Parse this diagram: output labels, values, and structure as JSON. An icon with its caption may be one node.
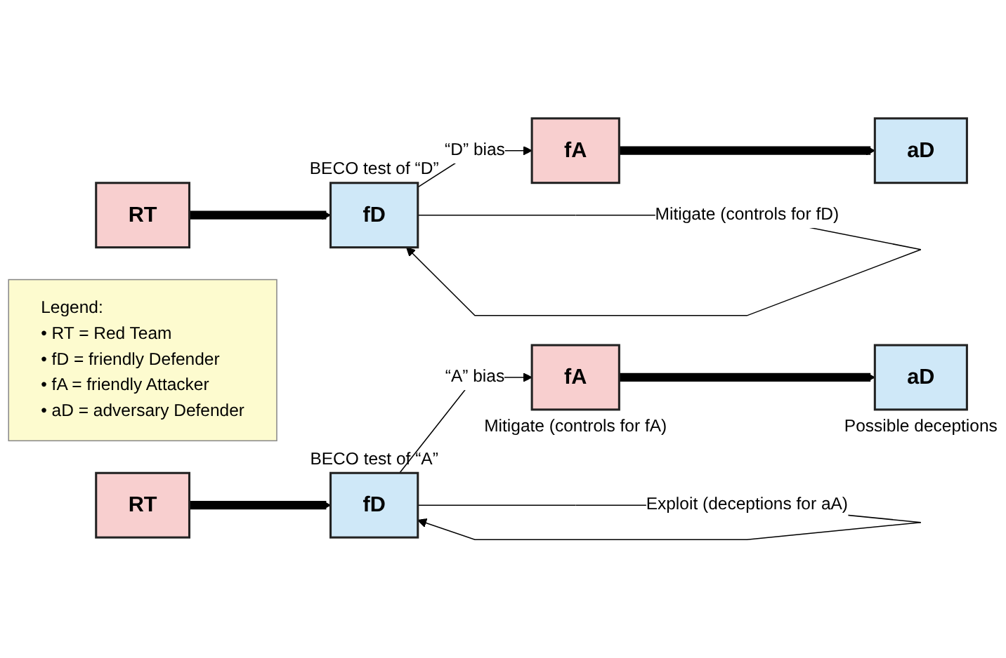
{
  "diagram": {
    "nodes": [
      {
        "text": [
          "RT"
        ]
      },
      {
        "text": [
          "fD"
        ],
        "beside": [
          "BECO test of “D”"
        ]
      },
      {
        "text": [
          "fA"
        ]
      },
      {
        "text": [
          "aD"
        ]
      },
      {
        "text": [
          "Legend:",
          "• RT = Red Team",
          "• fD = friendly Defender",
          "• fA = friendly Attacker",
          "• aD = adversary Defender"
        ]
      },
      {
        "text": [
          "RT"
        ]
      },
      {
        "text": [
          "fD"
        ],
        "beside": [
          "BECO test of “A”"
        ]
      },
      {
        "text": [
          "fA"
        ],
        "beside": [
          "Mitigate (controls for fA)"
        ]
      },
      {
        "text": [
          "aD"
        ],
        "beside": [
          "Possible deceptions"
        ]
      }
    ],
    "edges": [
      {
        "from": 0,
        "to": 1,
        "arrow": "to",
        "style": "thick"
      },
      {
        "from": 1,
        "to": 2,
        "arrow": "to",
        "label": "“D” bias"
      },
      {
        "from": 1,
        "to": 1,
        "arrow": "to",
        "label": "Mitigate (controls for fD)"
      },
      {
        "from": 2,
        "to": 3,
        "arrow": "to",
        "style": "thick"
      },
      {
        "from": 5,
        "to": 6,
        "arrow": "to",
        "style": "thick"
      },
      {
        "from": 6,
        "to": 7,
        "arrow": "to",
        "label": "“A” bias"
      },
      {
        "from": 6,
        "to": 6,
        "arrow": "to",
        "label": "Exploit (deceptions for aA)"
      },
      {
        "from": 7,
        "to": 8,
        "arrow": "to",
        "style": "thick"
      }
    ]
  }
}
